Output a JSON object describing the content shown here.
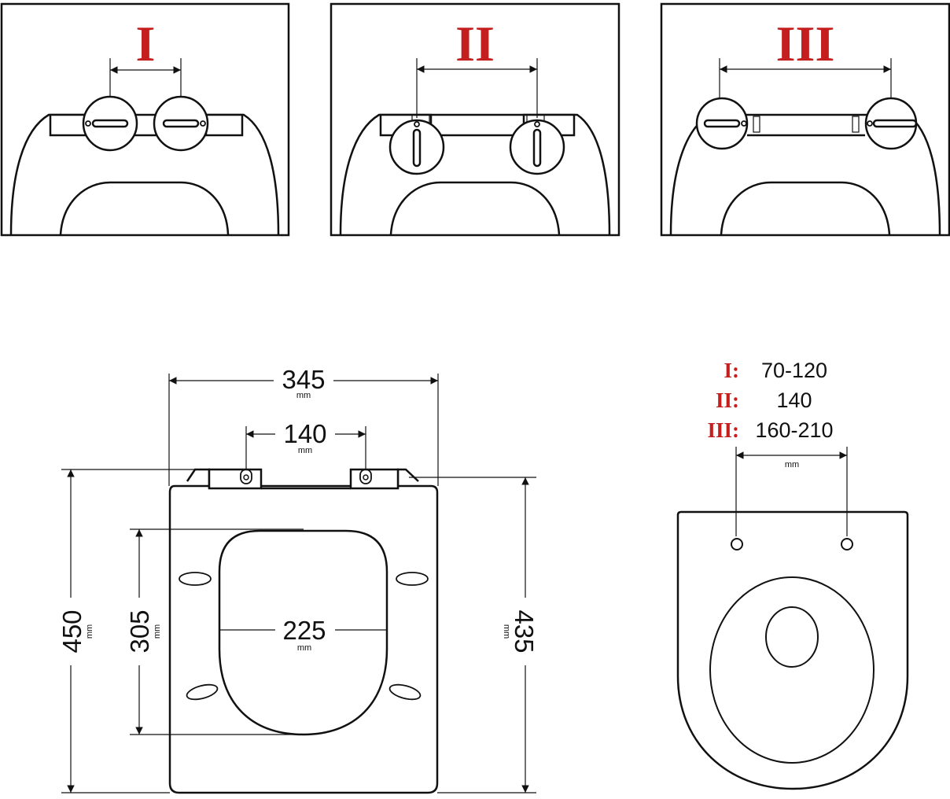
{
  "panels": [
    {
      "numeral": "I"
    },
    {
      "numeral": "II"
    },
    {
      "numeral": "III"
    }
  ],
  "seat_drawing": {
    "width": {
      "value": "345",
      "unit": "mm"
    },
    "hinge_spacing": {
      "value": "140",
      "unit": "mm"
    },
    "inner_width": {
      "value": "225",
      "unit": "mm"
    },
    "total_length": {
      "value": "450",
      "unit": "mm"
    },
    "inner_length": {
      "value": "305",
      "unit": "mm"
    },
    "seat_length": {
      "value": "435",
      "unit": "mm"
    }
  },
  "legend": {
    "rows": [
      {
        "key": "I:",
        "value": "70-120"
      },
      {
        "key": "II:",
        "value": "140"
      },
      {
        "key": "III:",
        "value": "160-210"
      }
    ],
    "unit": "mm"
  },
  "colors": {
    "accent": "#c41e1e",
    "line": "#111111"
  }
}
